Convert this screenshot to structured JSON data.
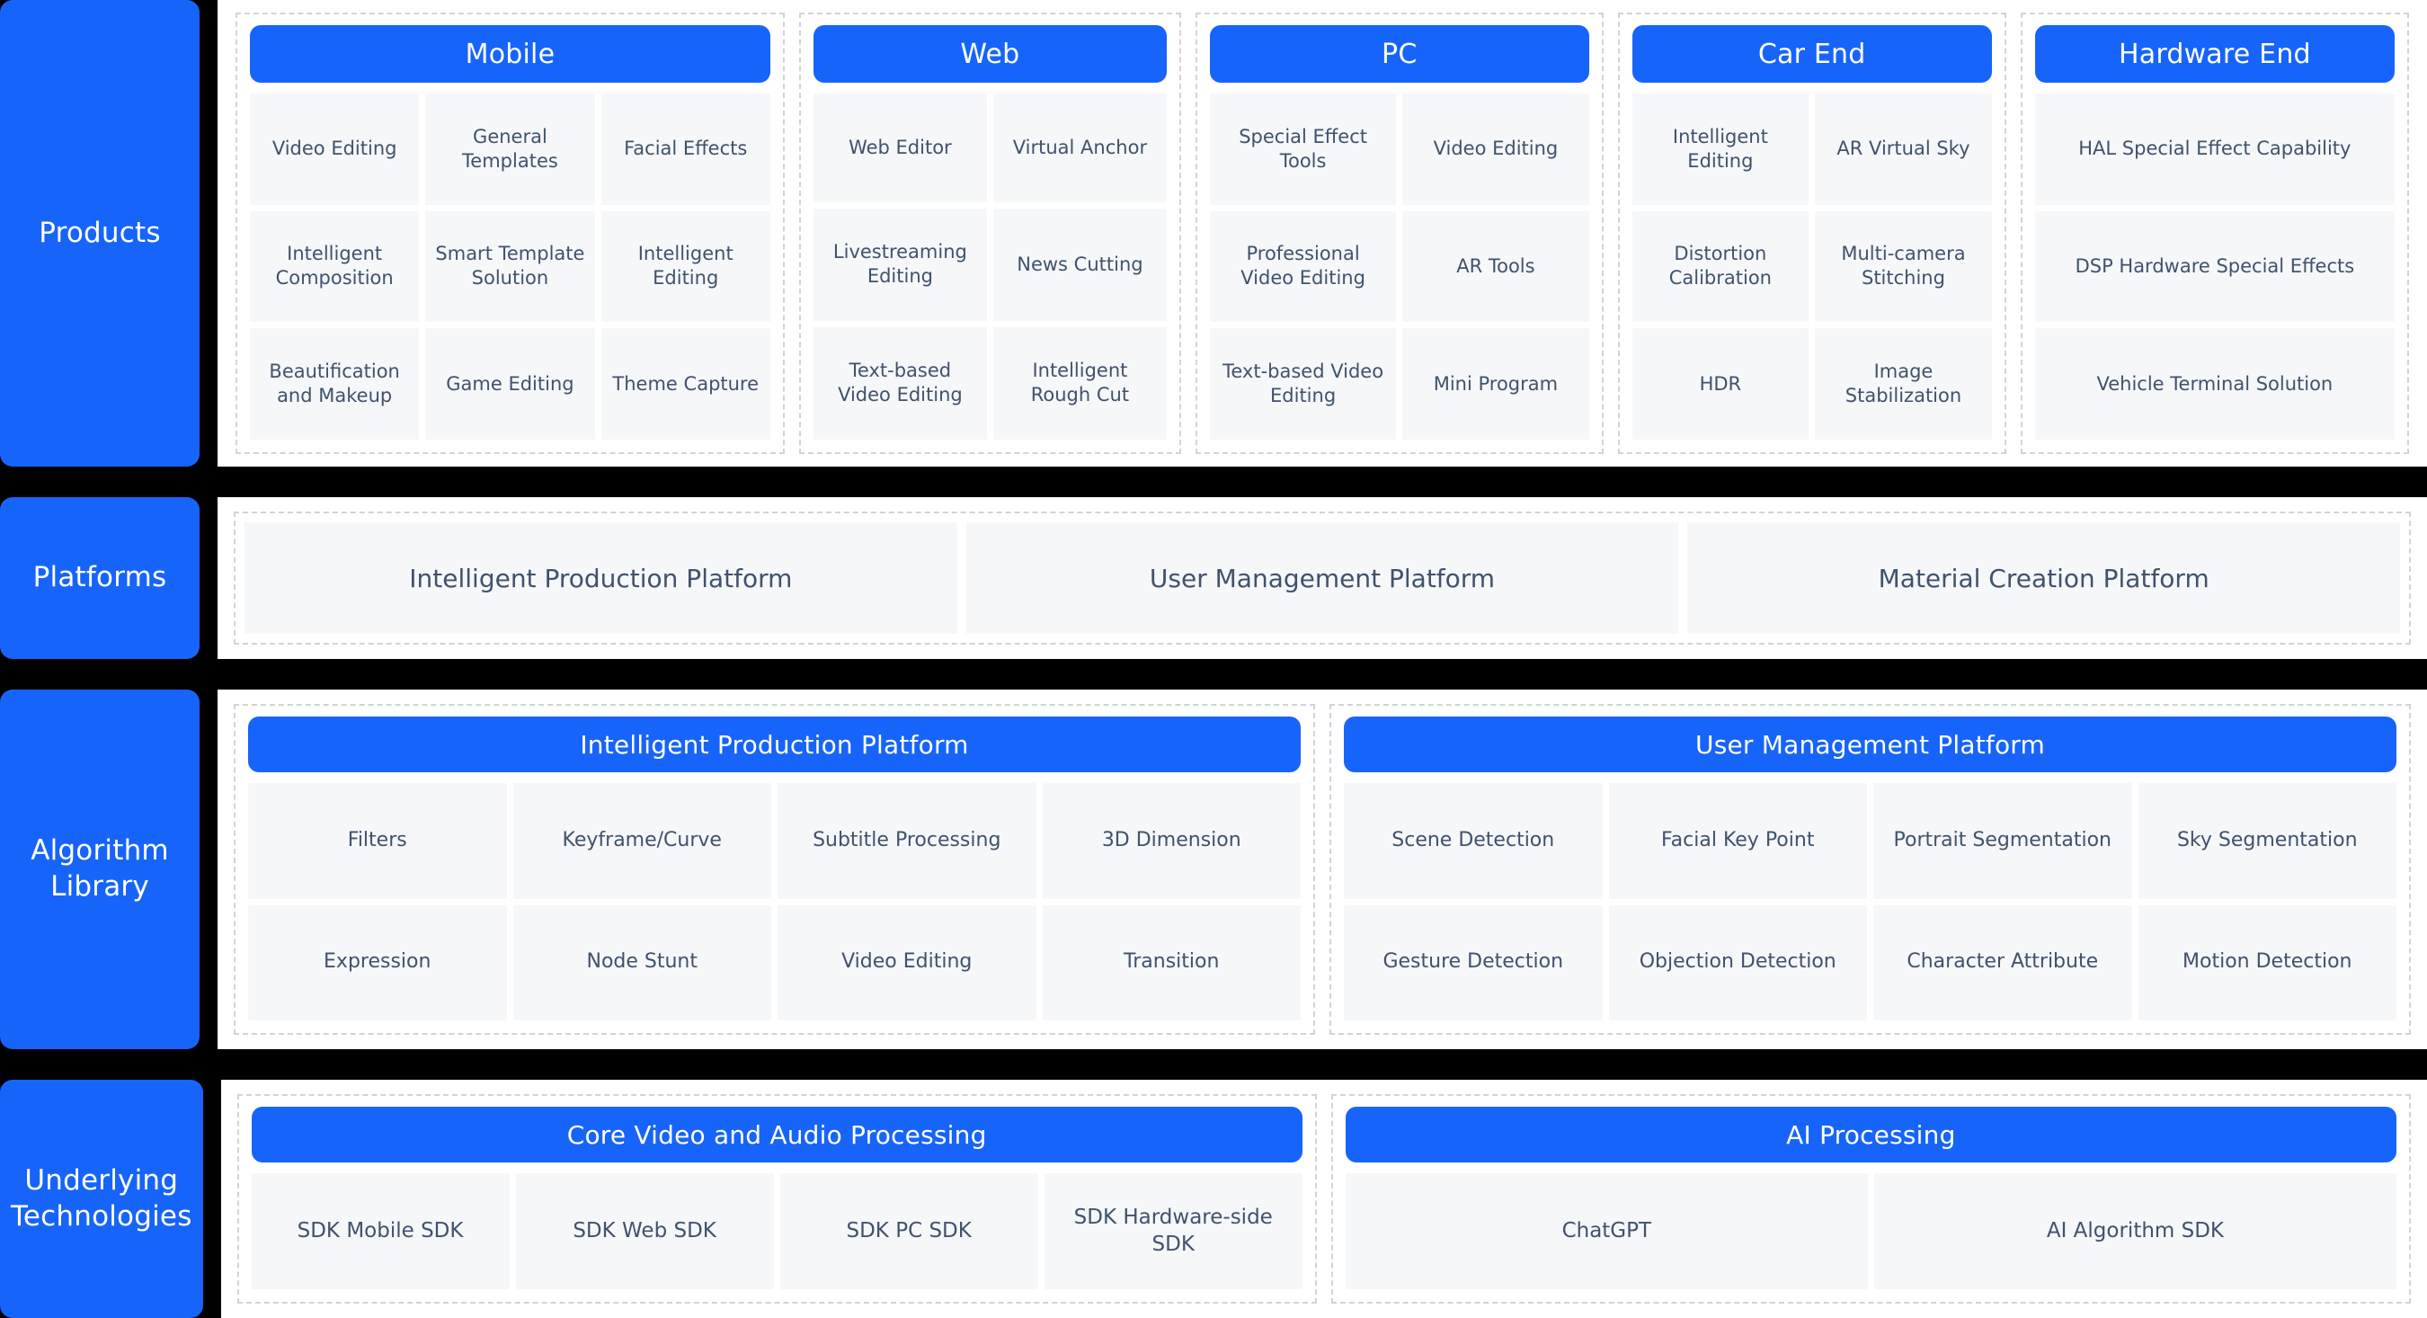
{
  "colors": {
    "accent": "#1764FB",
    "page_background": "#000000",
    "panel_background": "#ffffff",
    "tile_background": "#F5F7F9",
    "tile_text": "#41526B",
    "dashed_border": "#cfd4da"
  },
  "rows": [
    {
      "rail_label": "Products",
      "groups": [
        {
          "title": "Mobile",
          "columns": 3,
          "tiles": [
            "Video Editing",
            "General Templates",
            "Facial Effects",
            "Intelligent Composition",
            "Smart Template Solution",
            "Intelligent Editing",
            "Beautification and Makeup",
            "Game Editing",
            "Theme Capture"
          ]
        },
        {
          "title": "Web",
          "columns": 2,
          "tiles": [
            "Web Editor",
            "Virtual Anchor",
            "Livestreaming Editing",
            "News Cutting",
            "Text-based Video Editing",
            "Intelligent Rough Cut"
          ]
        },
        {
          "title": "PC",
          "columns": 2,
          "tiles": [
            "Special Effect Tools",
            "Video Editing",
            "Professional Video Editing",
            "AR Tools",
            "Text-based Video Editing",
            "Mini Program"
          ]
        },
        {
          "title": "Car End",
          "columns": 2,
          "tiles": [
            "Intelligent Editing",
            "AR Virtual Sky",
            "Distortion Calibration",
            "Multi-camera Stitching",
            "HDR",
            "Image Stabilization"
          ]
        },
        {
          "title": "Hardware End",
          "columns": 1,
          "tiles": [
            "HAL Special Effect Capability",
            "DSP Hardware Special Effects",
            "Vehicle Terminal Solution"
          ]
        }
      ]
    },
    {
      "rail_label": "Platforms",
      "cards": [
        "Intelligent Production Platform",
        "User Management Platform",
        "Material Creation Platform"
      ]
    },
    {
      "rail_label": "Algorithm Library",
      "groups": [
        {
          "title": "Intelligent Production Platform",
          "columns": 4,
          "tiles": [
            "Filters",
            "Keyframe/Curve",
            "Subtitle Processing",
            "3D Dimension",
            "Expression",
            "Node Stunt",
            "Video Editing",
            "Transition"
          ]
        },
        {
          "title": "User Management Platform",
          "columns": 4,
          "tiles": [
            "Scene Detection",
            "Facial Key Point",
            "Portrait Segmentation",
            "Sky Segmentation",
            "Gesture Detection",
            "Objection Detection",
            "Character Attribute",
            "Motion Detection"
          ]
        }
      ]
    },
    {
      "rail_label": "Underlying Technologies",
      "groups": [
        {
          "title": "Core Video and Audio Processing",
          "columns": 4,
          "tiles": [
            "SDK Mobile SDK",
            "SDK Web SDK",
            "SDK PC SDK",
            "SDK Hardware-side SDK"
          ]
        },
        {
          "title": "AI Processing",
          "columns": 2,
          "tiles": [
            "ChatGPT",
            "AI Algorithm SDK"
          ]
        }
      ]
    }
  ]
}
